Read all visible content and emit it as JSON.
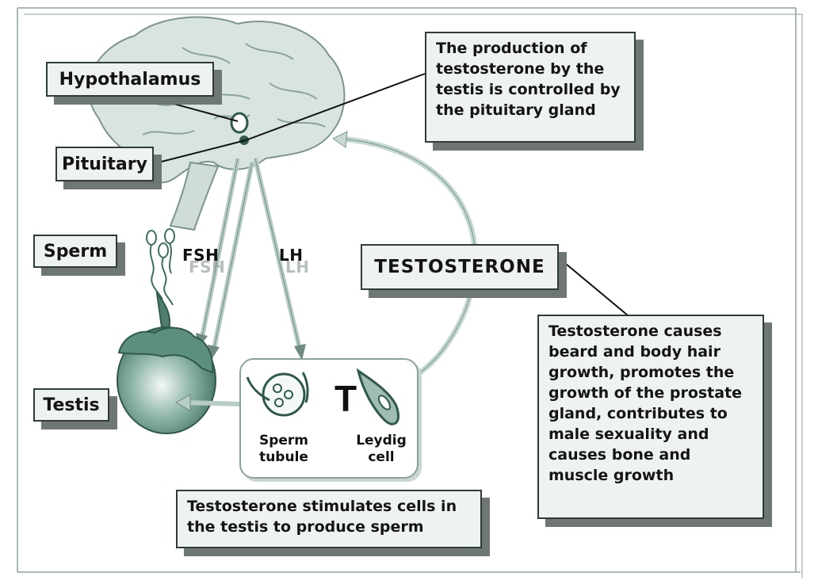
{
  "labels": {
    "hypothalamus": "Hypothalamus",
    "pituitary": "Pituitary",
    "sperm": "Sperm",
    "testis": "Testis",
    "fsh": "FSH",
    "lh": "LH",
    "testosterone": "TESTOSTERONE",
    "t_symbol": "T",
    "sperm_tubule": "Sperm\ntubule",
    "leydig_cell": "Leydig\ncell"
  },
  "notes": {
    "pituitary_control": "The production of testosterone by the testis is controlled by the pituitary gland",
    "effects": "Testosterone causes beard and body hair growth, promotes the growth of the prostate gland, contributes to male sexuality and causes bone and muscle growth",
    "stimulates": "Testosterone stimulates cells in the testis to produce sperm"
  },
  "colors": {
    "organ_green": "#5d8f7d",
    "brain_fill": "#d9e4e0",
    "arrow_green": "#9fbdb3",
    "box_fill": "#eef3f2",
    "shadow": "#6f7775"
  }
}
